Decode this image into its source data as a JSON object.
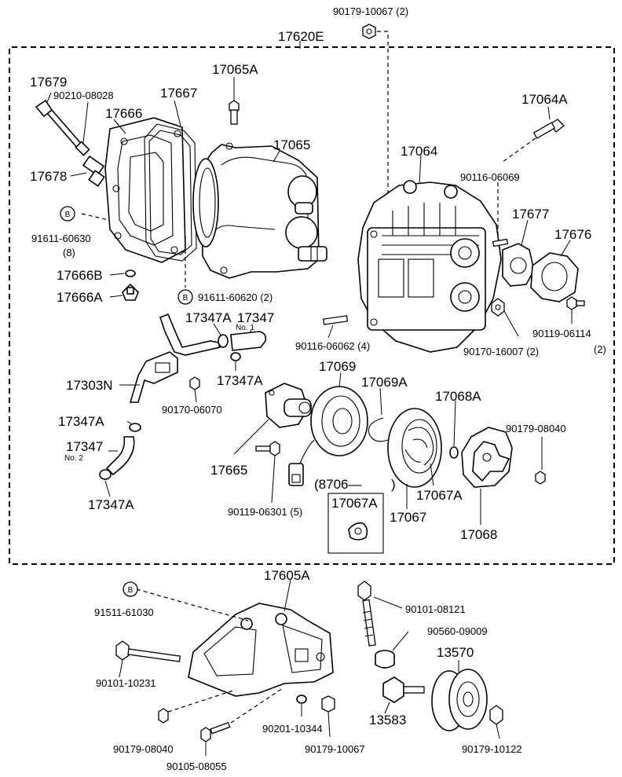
{
  "labels": {
    "p_90179_10067_2": "90179-10067 (2)",
    "p_17620E": "17620E",
    "p_17679": "17679",
    "p_90210_08028": "90210-08028",
    "p_17667": "17667",
    "p_17065A": "17065A",
    "p_17064A": "17064A",
    "p_17666": "17666",
    "p_17065": "17065",
    "p_17064": "17064",
    "p_17678": "17678",
    "p_90116_06069": "90116-06069",
    "p_17677": "17677",
    "p_17676": "17676",
    "b1": "B",
    "p_91611_60630": "91611-60630",
    "p_91611_60630_qty": "(8)",
    "p_17666B": "17666B",
    "p_17666A": "17666A",
    "b2": "B",
    "p_91611_60620": "91611-60620 (2)",
    "p_17347A_a": "17347A",
    "p_17347_a": "17347",
    "p_no1": "No. 1",
    "p_90116_06062": "90116-06062 (4)",
    "p_90119_06114": "90119-06114",
    "p_90119_06114_qty": "(2)",
    "p_90170_16007": "90170-16007 (2)",
    "p_17069": "17069",
    "p_17347A_b": "17347A",
    "p_17069A": "17069A",
    "p_17303N": "17303N",
    "p_90170_06070": "90170-06070",
    "p_17068A": "17068A",
    "p_90179_08040_a": "90179-08040",
    "p_17347A_c": "17347A",
    "p_17347_b": "17347",
    "p_no2": "No. 2",
    "p_17665": "17665",
    "p_8706": "(8706—",
    "p_8706_close": ")",
    "p_17067A_box": "17067A",
    "p_17067A": "17067A",
    "p_17067": "17067",
    "p_17068": "17068",
    "p_90119_06301": "90119-06301 (5)",
    "p_17347A_d": "17347A",
    "p_17605A": "17605A",
    "b3": "B",
    "p_91511_61030": "91511-61030",
    "p_90101_08121": "90101-08121",
    "p_90560_09009": "90560-09009",
    "p_13570": "13570",
    "p_90101_10231": "90101-10231",
    "p_13583": "13583",
    "p_90201_10344": "90201-10344",
    "p_90179_08040_b": "90179-08040",
    "p_90179_10067": "90179-10067",
    "p_90179_10122": "90179-10122",
    "p_90105_08055": "90105-08055"
  }
}
